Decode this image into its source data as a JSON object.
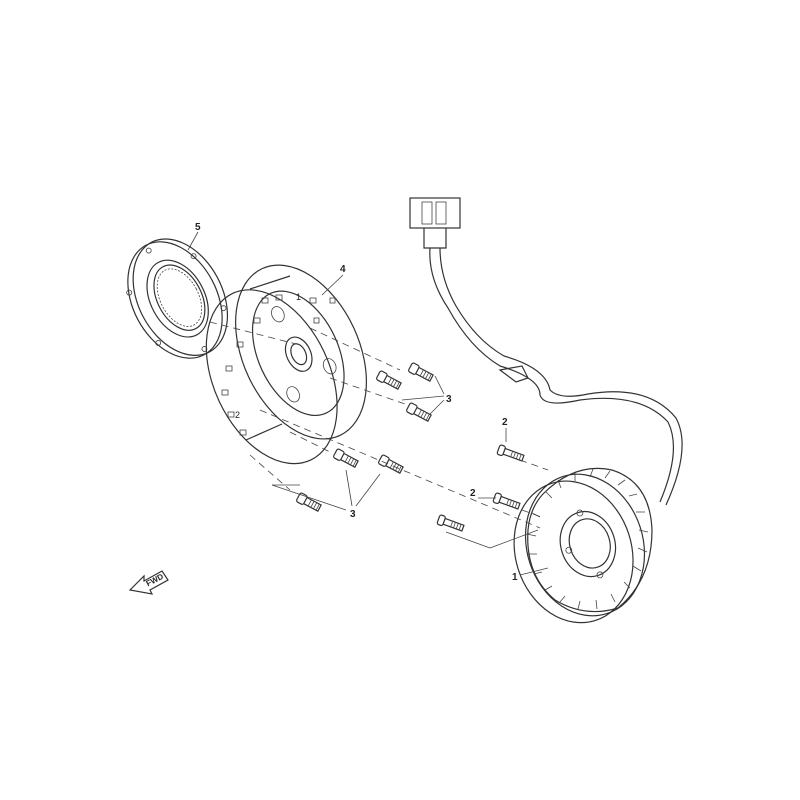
{
  "callouts": {
    "stator": "1",
    "stator_bolt_a": "2",
    "stator_bolt_b": "2",
    "flywheel_bolt_a": "3",
    "flywheel_bolt_b": "3",
    "flywheel": "4",
    "one_way_clutch": "5"
  },
  "rotor_marks": {
    "top": "1",
    "side": "2"
  },
  "direction": {
    "label": "FWD"
  }
}
